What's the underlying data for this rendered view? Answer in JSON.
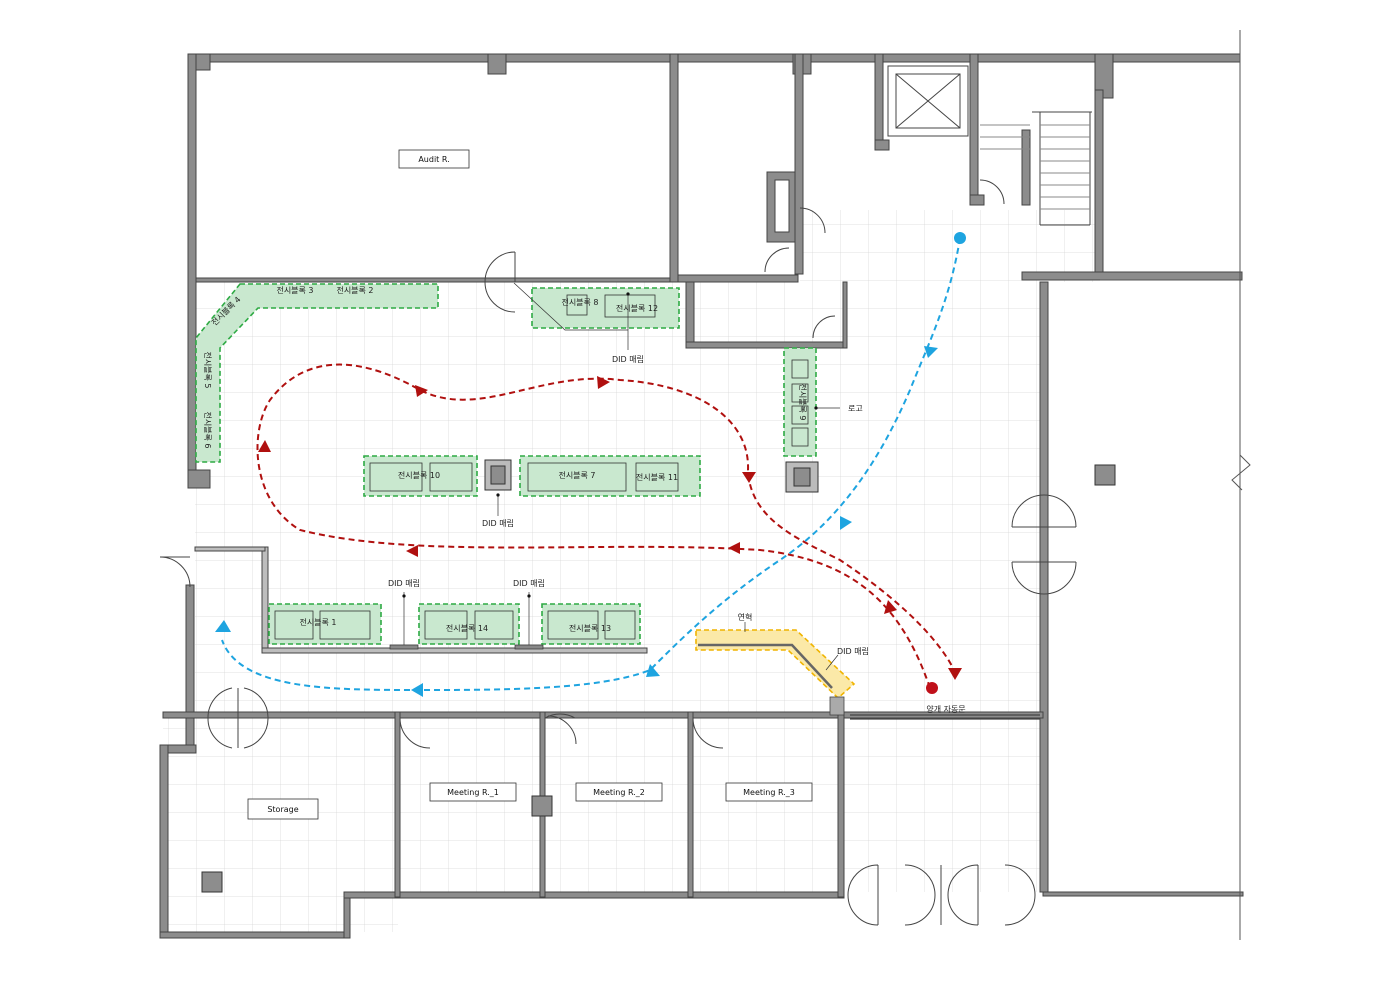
{
  "rooms": {
    "audit": "Audit R.",
    "storage": "Storage",
    "meeting1": "Meeting R._1",
    "meeting2": "Meeting R._2",
    "meeting3": "Meeting R._3"
  },
  "blocks": {
    "b1": "전시블록 1",
    "b2": "전시블록 2",
    "b3": "전시블록 3",
    "b4": "전시블록 4",
    "b5": "전시블록 5",
    "b6": "전시블록 6",
    "b7": "전시블록 7",
    "b8": "전시블록 8",
    "b9": "전시블록 9",
    "b10": "전시블록 10",
    "b11": "전시블록 11",
    "b12": "전시블록 12",
    "b13": "전시블록 13",
    "b14": "전시블록 14"
  },
  "annotations": {
    "did_top": "DID 매립",
    "did_center": "DID 매립",
    "did_left": "DID 매립",
    "did_mid": "DID 매립",
    "did_right": "DID 매립",
    "logo": "로고",
    "yeonhyeok": "연혁",
    "door": "양개 자동문"
  },
  "colors": {
    "wall": "#7a7a7a",
    "grid": "#d6d6d6",
    "block_fill": "#c9e8cf",
    "block_stroke": "#2eaa44",
    "yellow_fill": "#fbe9a8",
    "yellow_stroke": "#f0b400",
    "red_path": "#b0100f",
    "blue_path": "#1ea4e0"
  }
}
